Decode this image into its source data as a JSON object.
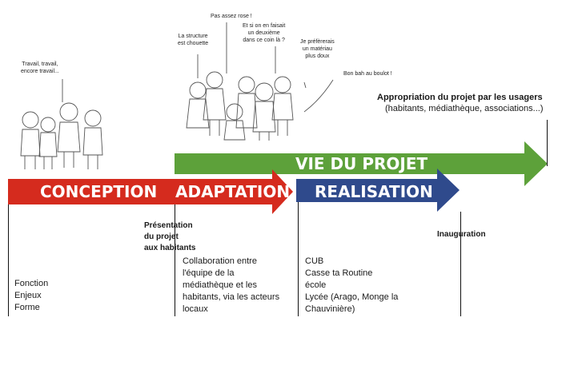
{
  "phases": {
    "conception": "CONCEPTION",
    "adaptation": "ADAPTATION",
    "realisation": "REALISATION",
    "vie": "VIE DU PROJET"
  },
  "colors": {
    "red": "#d52b1e",
    "blue": "#2f4a8c",
    "green": "#5da13a"
  },
  "bubbles": {
    "workers": "Travail, travail,\nencore travail...",
    "structure": "La structure\nest chouette",
    "rose": "Pas assez rose !",
    "deuxieme": "Et si on en faisait\nun deuxième\ndans ce coin là ?",
    "materiau": "Je préfèrerais\nun matériau\nplus doux",
    "boulot": "Bon bah au boulot !"
  },
  "labels": {
    "appropriation_title": "Appropriation du projet par les usagers",
    "appropriation_sub": "(habitants, médiathèque, associations...)",
    "presentation": "Présentation\ndu projet\naux habitants",
    "inauguration": "Inauguration",
    "conception_notes": "Fonction\nEnjeux\nForme",
    "adaptation_notes": "Collaboration entre\nl'équipe de la\nmédiathèque et les\nhabitants, via les acteurs\nlocaux",
    "realisation_notes": "CUB\nCasse ta Routine\nécole\nLycée (Arago, Monge la\nChauvinière)"
  }
}
